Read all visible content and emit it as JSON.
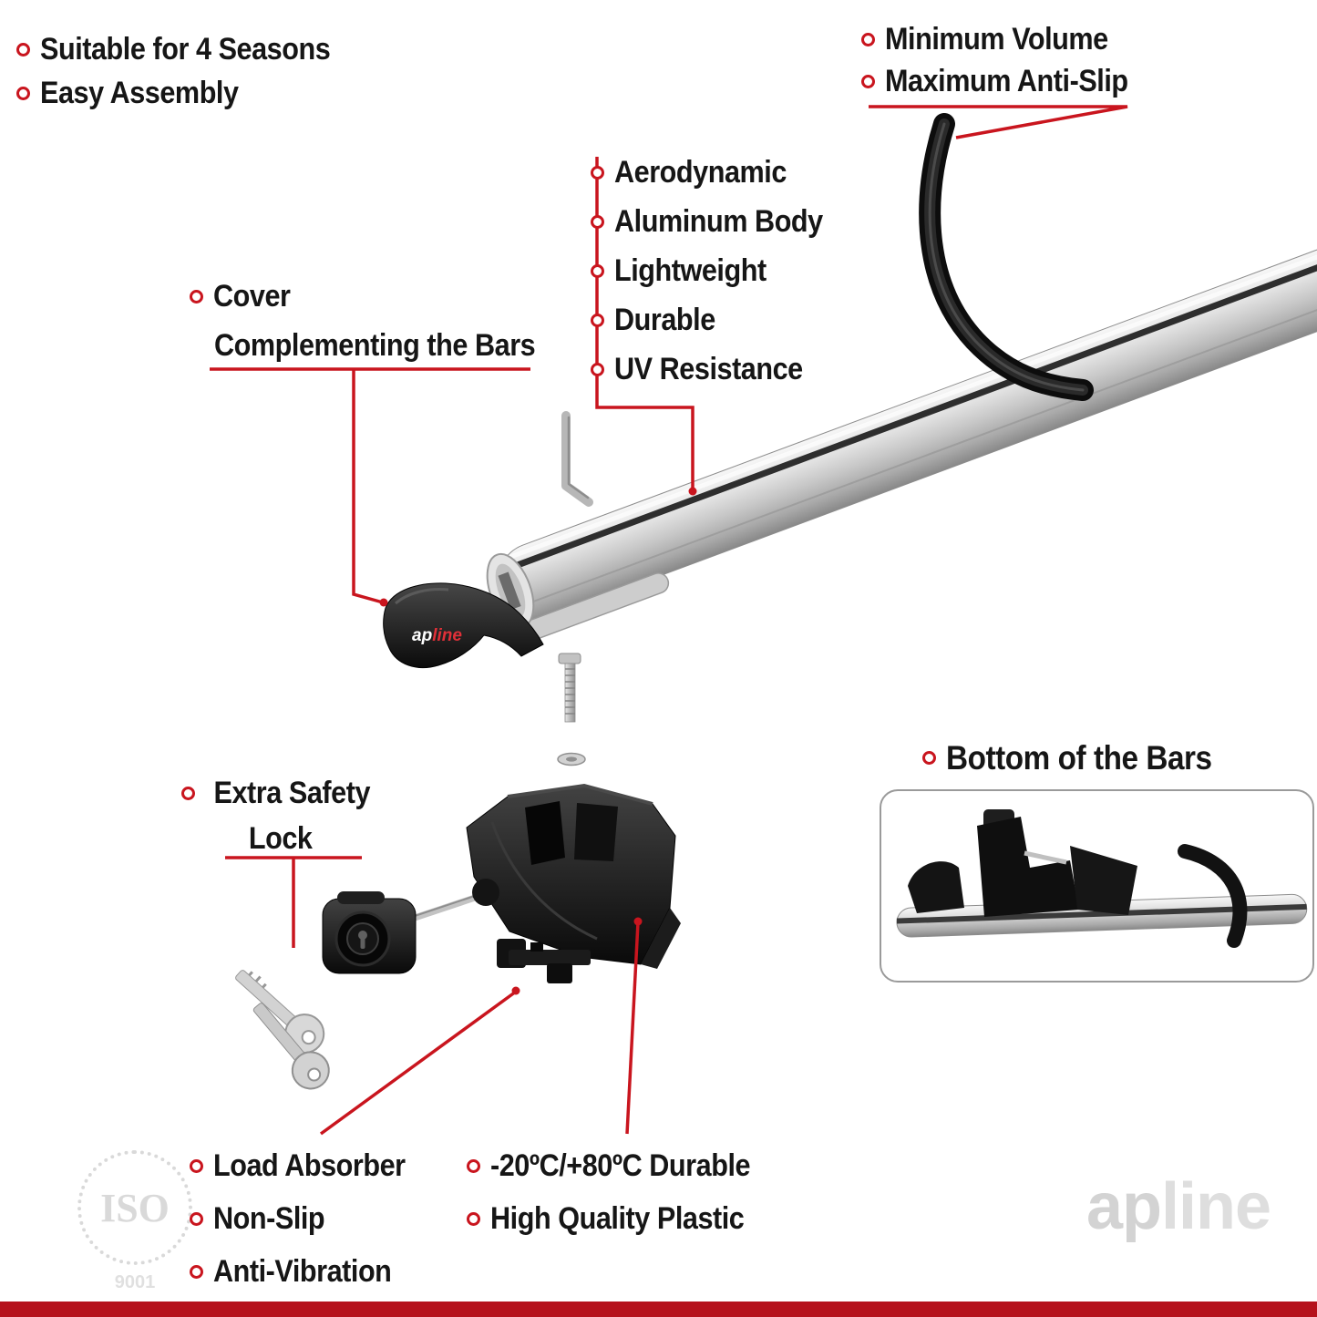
{
  "colors": {
    "accent": "#c9151e",
    "text": "#161616",
    "footer_bar": "#b5121c"
  },
  "top_left_features": {
    "items": [
      "Suitable for 4 Seasons",
      "Easy Assembly"
    ]
  },
  "strip_features": {
    "items": [
      "Minimum Volume",
      "Maximum Anti-Slip"
    ]
  },
  "bar_features": {
    "items": [
      "Aerodynamic",
      "Aluminum Body",
      "Lightweight",
      "Durable",
      "UV Resistance"
    ]
  },
  "cover_callout": {
    "line1": "Cover",
    "line2": "Complementing the Bars"
  },
  "lock_callout": {
    "line1": "Extra Safety",
    "line2": "Lock"
  },
  "bottom_view": {
    "title": "Bottom of the Bars"
  },
  "foot_features": {
    "items": [
      "Load Absorber",
      "Non-Slip",
      "Anti-Vibration"
    ]
  },
  "material_features": {
    "items": [
      "-20ºC/+80ºC Durable",
      "High Quality Plastic"
    ]
  },
  "cover_logo": {
    "part1": "ap",
    "part2": "line"
  },
  "brand": {
    "part1": "ap",
    "part2": "line"
  },
  "iso_badge": {
    "label": "ISO",
    "number": "9001"
  }
}
